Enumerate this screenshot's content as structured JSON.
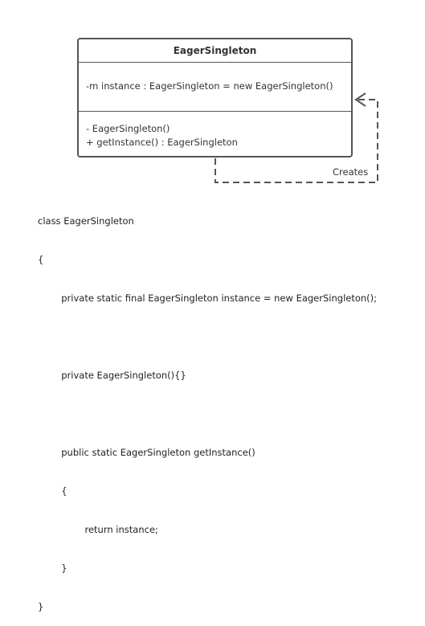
{
  "uml": {
    "class_name": "EagerSingleton",
    "attribute": "-m instance : EagerSingleton = new EagerSingleton()",
    "methods": [
      "- EagerSingleton()",
      "+ getInstance() : EagerSingleton"
    ]
  },
  "relation": {
    "label": "Creates"
  },
  "code": {
    "lines": [
      "class EagerSingleton",
      "{",
      "        private static final EagerSingleton instance = new EagerSingleton();",
      "",
      "        private EagerSingleton(){}",
      "",
      "        public static EagerSingleton getInstance()",
      "        {",
      "                return instance;",
      "        }",
      "}"
    ]
  },
  "colors": {
    "border": "#555555",
    "text": "#333333"
  }
}
